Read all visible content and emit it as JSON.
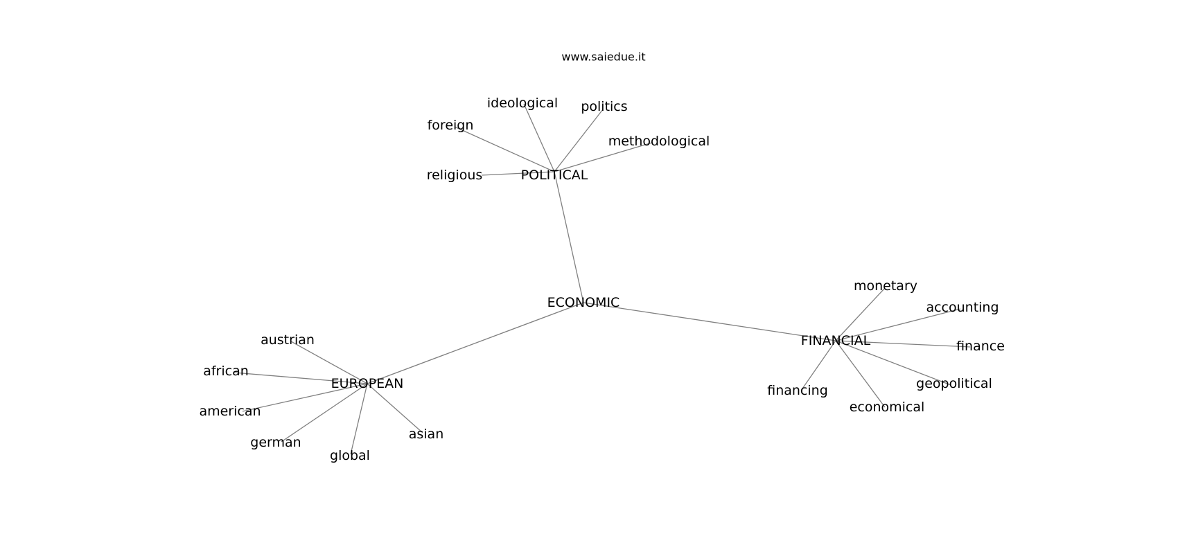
{
  "diagram": {
    "site": "www.saiedue.it",
    "nodes": [
      {
        "id": "economic",
        "label": "ECONOMIC"
      },
      {
        "id": "political",
        "label": "POLITICAL"
      },
      {
        "id": "financial",
        "label": "FINANCIAL"
      },
      {
        "id": "european",
        "label": "EUROPEAN"
      },
      {
        "id": "ideological",
        "label": "ideological"
      },
      {
        "id": "politics",
        "label": "politics"
      },
      {
        "id": "foreign",
        "label": "foreign"
      },
      {
        "id": "methodological",
        "label": "methodological"
      },
      {
        "id": "religious",
        "label": "religious"
      },
      {
        "id": "monetary",
        "label": "monetary"
      },
      {
        "id": "accounting",
        "label": "accounting"
      },
      {
        "id": "finance",
        "label": "finance"
      },
      {
        "id": "geopolitical",
        "label": "geopolitical"
      },
      {
        "id": "financing",
        "label": "financing"
      },
      {
        "id": "economical",
        "label": "economical"
      },
      {
        "id": "austrian",
        "label": "austrian"
      },
      {
        "id": "african",
        "label": "african"
      },
      {
        "id": "american",
        "label": "american"
      },
      {
        "id": "german",
        "label": "german"
      },
      {
        "id": "global",
        "label": "global"
      },
      {
        "id": "asian",
        "label": "asian"
      }
    ],
    "edges": [
      [
        "economic",
        "political"
      ],
      [
        "economic",
        "financial"
      ],
      [
        "economic",
        "european"
      ],
      [
        "political",
        "ideological"
      ],
      [
        "political",
        "politics"
      ],
      [
        "political",
        "foreign"
      ],
      [
        "political",
        "methodological"
      ],
      [
        "political",
        "religious"
      ],
      [
        "financial",
        "monetary"
      ],
      [
        "financial",
        "accounting"
      ],
      [
        "financial",
        "finance"
      ],
      [
        "financial",
        "geopolitical"
      ],
      [
        "financial",
        "financing"
      ],
      [
        "financial",
        "economical"
      ],
      [
        "european",
        "austrian"
      ],
      [
        "european",
        "african"
      ],
      [
        "european",
        "american"
      ],
      [
        "european",
        "german"
      ],
      [
        "european",
        "global"
      ],
      [
        "european",
        "asian"
      ]
    ]
  }
}
